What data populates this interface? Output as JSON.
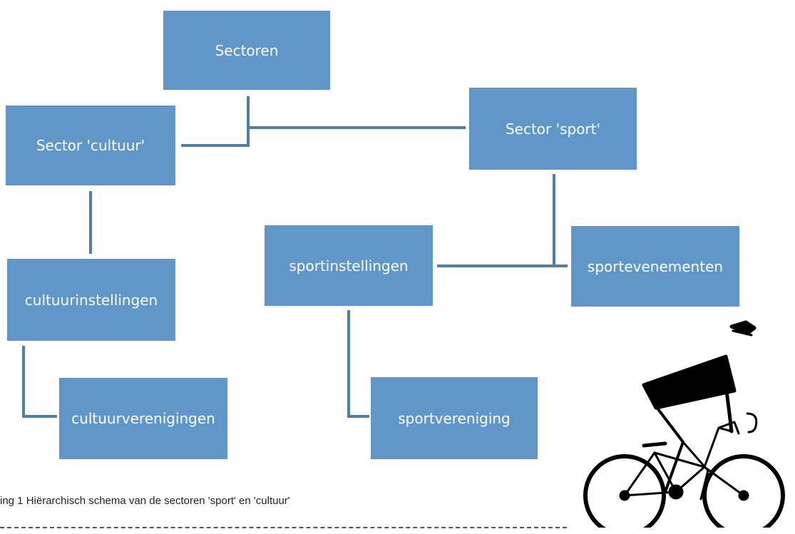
{
  "diagram": {
    "nodes": {
      "sectoren": "Sectoren",
      "sector_cultuur": "Sector 'cultuur'",
      "sector_sport": "Sector 'sport'",
      "cultuurinstellingen": "cultuurinstellingen",
      "cultuurverenigingen": "cultuurverenigingen",
      "sportinstellingen": "sportinstellingen",
      "sportevenementen": "sportevenementen",
      "sportvereniging": "sportvereniging"
    },
    "caption": "ing 1 Hiërarchisch schema van de sectoren 'sport' en 'cultuur'",
    "colors": {
      "box": "#6096c8",
      "box_text": "#ffffff",
      "connector": "#4f7eab"
    }
  },
  "illustration": {
    "icon": "bicycle-rider-icon"
  }
}
